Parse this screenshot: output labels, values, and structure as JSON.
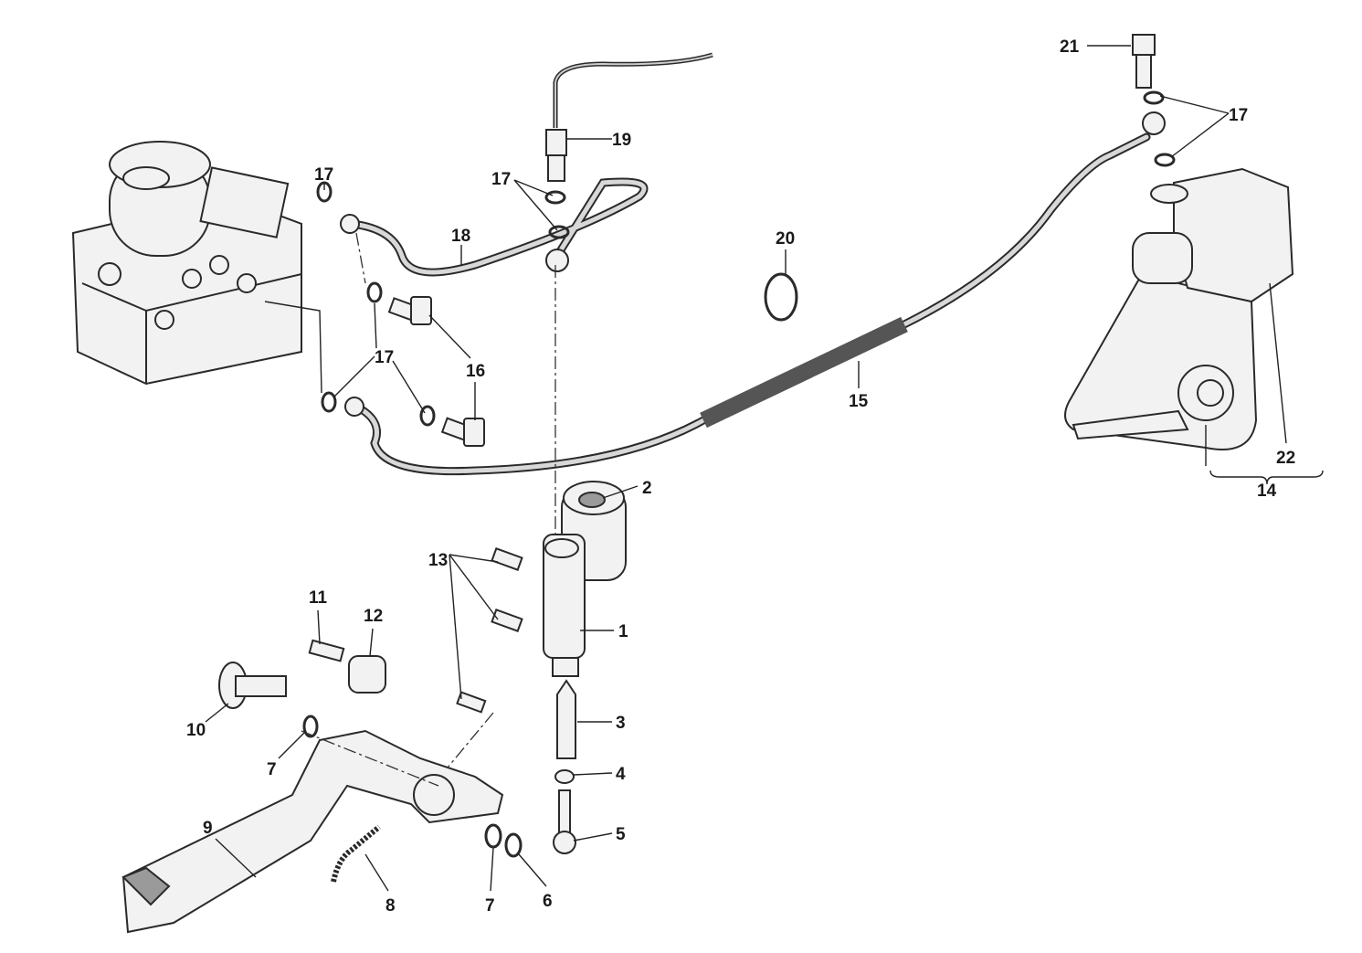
{
  "title": "Rear brake system exploded view",
  "callouts": {
    "c1": "1",
    "c2": "2",
    "c3": "3",
    "c4": "4",
    "c5": "5",
    "c6": "6",
    "c7a": "7",
    "c7b": "7",
    "c8": "8",
    "c9": "9",
    "c10": "10",
    "c11": "11",
    "c12": "12",
    "c13": "13",
    "c14": "14",
    "c15": "15",
    "c16": "16",
    "c17a": "17",
    "c17b": "17",
    "c17c": "17",
    "c17d": "17",
    "c18": "18",
    "c19": "19",
    "c20": "20",
    "c21": "21",
    "c22": "22"
  }
}
